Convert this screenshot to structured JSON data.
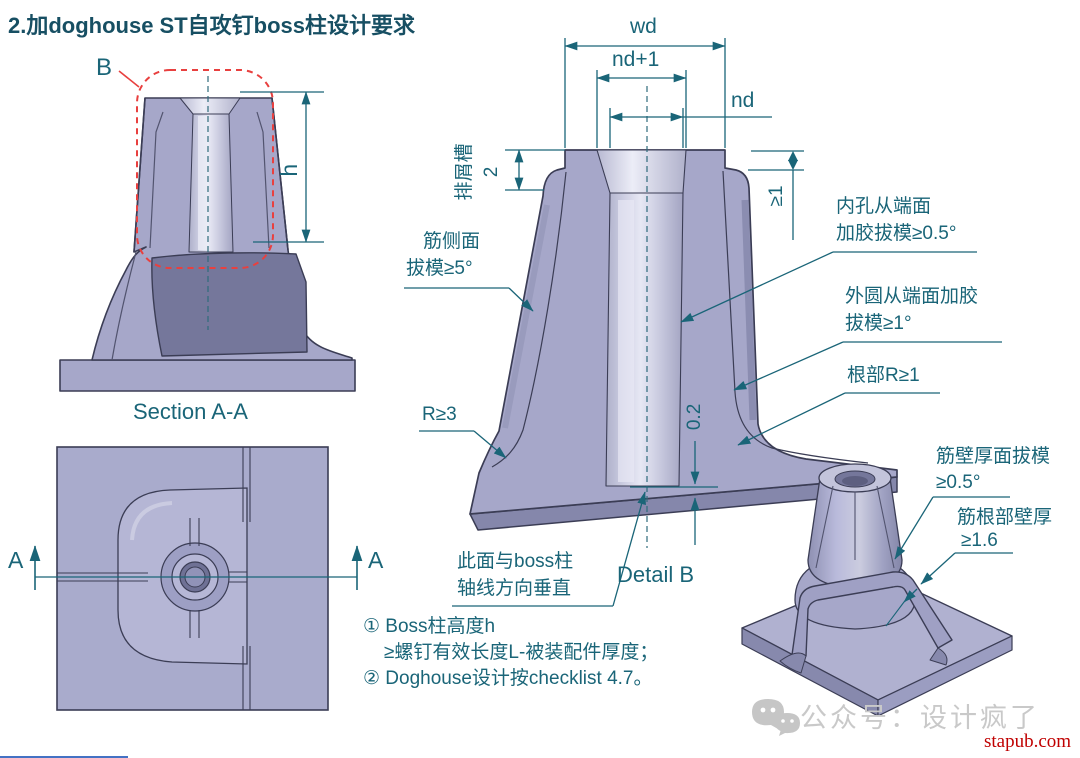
{
  "title": "2.加doghouse ST自攻钉boss柱设计要求",
  "aa": {
    "caption": "Section A-A",
    "b": "B",
    "h": "h",
    "a_left": "A",
    "a_right": "A"
  },
  "db": {
    "caption": "Detail B",
    "wd": "wd",
    "nd1": "nd+1",
    "nd": "nd",
    "chip": "排屑槽",
    "chip_val": "2",
    "ge1": "≥1",
    "gap": "0.2",
    "rib1": "筋侧面",
    "rib2": "拔模≥5°",
    "inner1": "内孔从端面",
    "inner2": "加胶拔模≥0.5°",
    "outer1": "外圆从端面加胶",
    "outer2": "拔模≥1°",
    "root": "根部R≥1",
    "r3": "R≥3",
    "perp1": "此面与boss柱",
    "perp2": "轴线方向垂直"
  },
  "iso": {
    "wall1": "筋壁厚面拔模",
    "wall2": "≥0.5°",
    "root1": "筋根部壁厚",
    "root2": "≥1.6"
  },
  "notes": {
    "n1a": "① Boss柱高度h",
    "n1b": "≥螺钉有效长度L-被装配件厚度；",
    "n2": "② Doghouse设计按checklist 4.7。"
  },
  "wm": {
    "text": "公众号：设计疯了",
    "site": "stapub.com"
  },
  "colors": {
    "line_teal": "#1a6578",
    "title_teal": "#174f63",
    "body_purple": "#a6a7c9",
    "detail_red": "#e8403f",
    "watermark_gray": "#c9c9c9",
    "site_red": "#c00000"
  }
}
